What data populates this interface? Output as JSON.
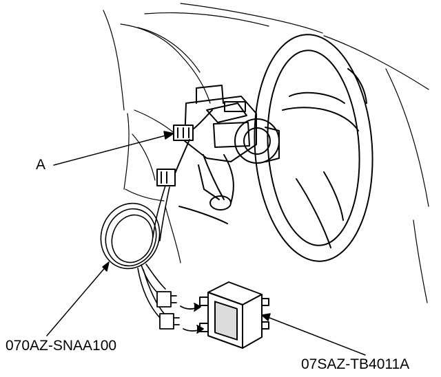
{
  "labels": {
    "a": "A",
    "cable": "070AZ-SNAA100",
    "tester": "07SAZ-TB4011A"
  },
  "colors": {
    "ink": "#000000",
    "paper": "#ffffff",
    "shade": "#dcdcdc"
  }
}
